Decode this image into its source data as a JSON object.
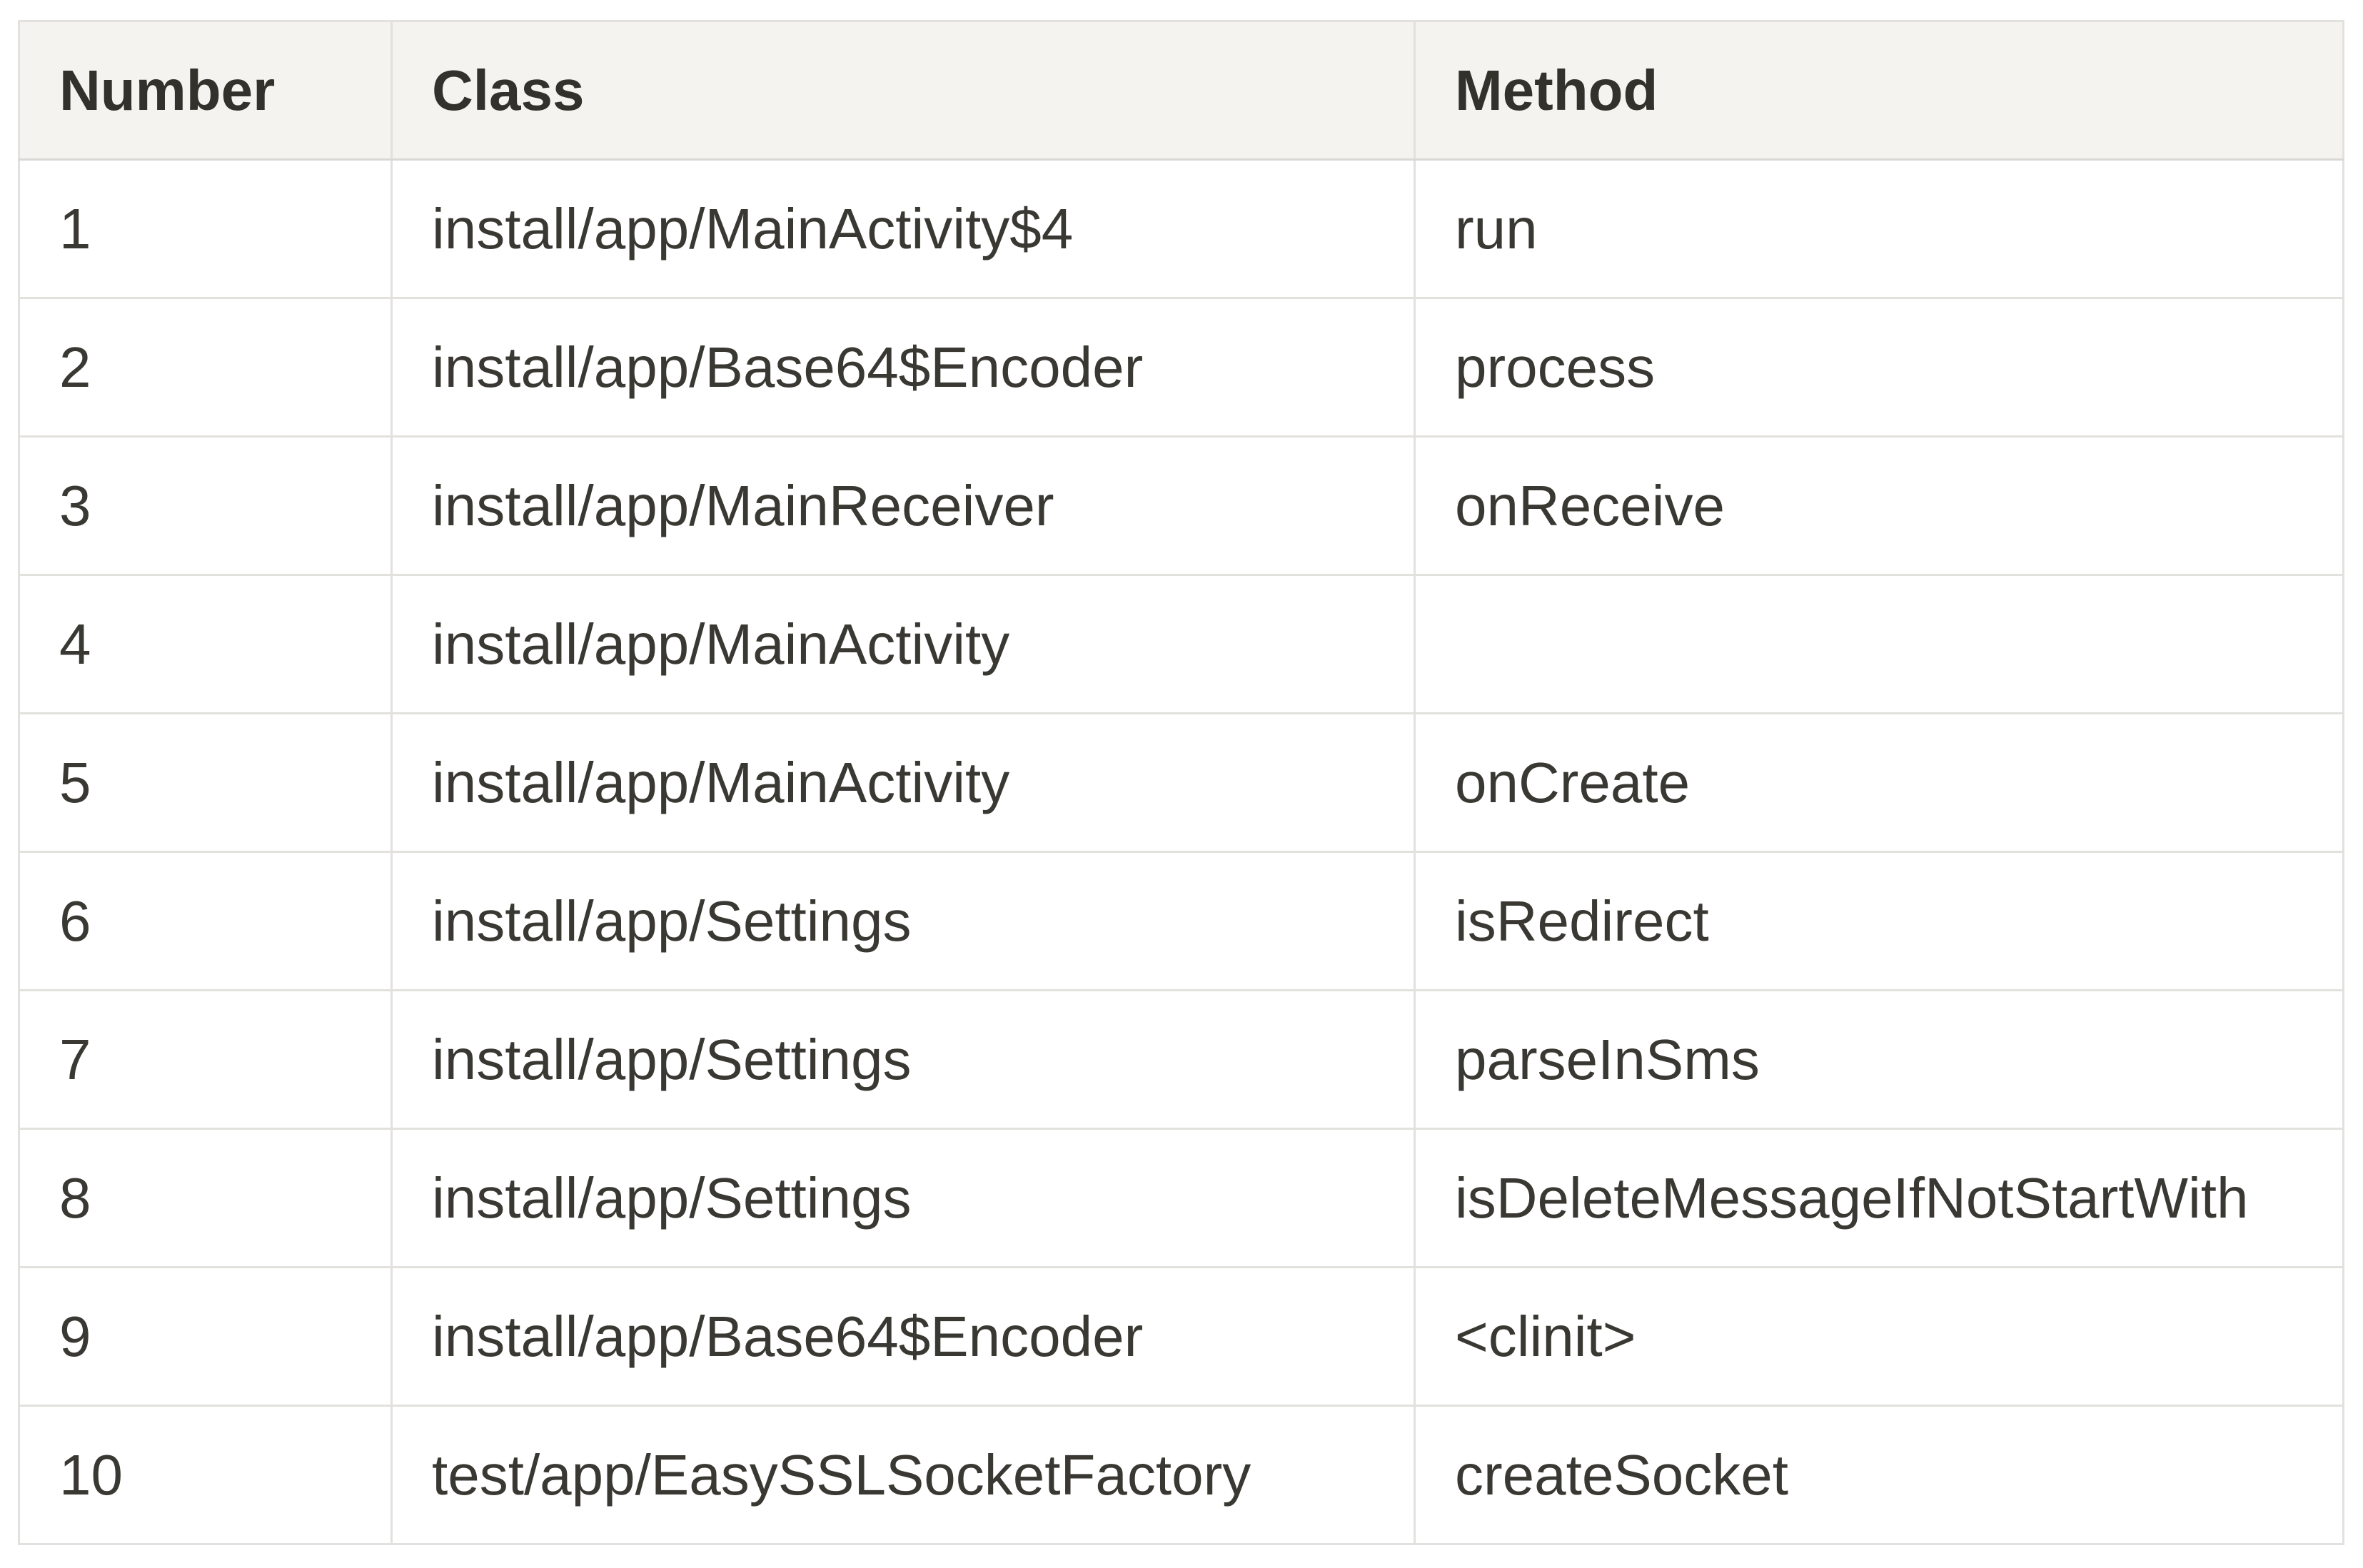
{
  "page": {
    "background": "#ffffff"
  },
  "table": {
    "columns": [
      "Number",
      "Class",
      "Method"
    ],
    "rows": [
      {
        "number": "1",
        "class": "install/app/MainActivity$4",
        "method": "run"
      },
      {
        "number": "2",
        "class": "install/app/Base64$Encoder",
        "method": "process"
      },
      {
        "number": "3",
        "class": "install/app/MainReceiver",
        "method": "onReceive"
      },
      {
        "number": "4",
        "class": "install/app/MainActivity",
        "method": ""
      },
      {
        "number": "5",
        "class": "install/app/MainActivity",
        "method": "onCreate"
      },
      {
        "number": "6",
        "class": "install/app/Settings",
        "method": "isRedirect"
      },
      {
        "number": "7",
        "class": "install/app/Settings",
        "method": "parseInSms"
      },
      {
        "number": "8",
        "class": "install/app/Settings",
        "method": "isDeleteMessageIfNotStartWith"
      },
      {
        "number": "9",
        "class": "install/app/Base64$Encoder",
        "method": "<clinit>"
      },
      {
        "number": "10",
        "class": "test/app/EasySSLSocketFactory",
        "method": "createSocket"
      }
    ],
    "colors": {
      "header_bg": "#f5f3ef",
      "row_bg": "#ffffff",
      "border": "#e2e1de",
      "header_text": "#33312c",
      "body_text": "#3a3833"
    }
  }
}
